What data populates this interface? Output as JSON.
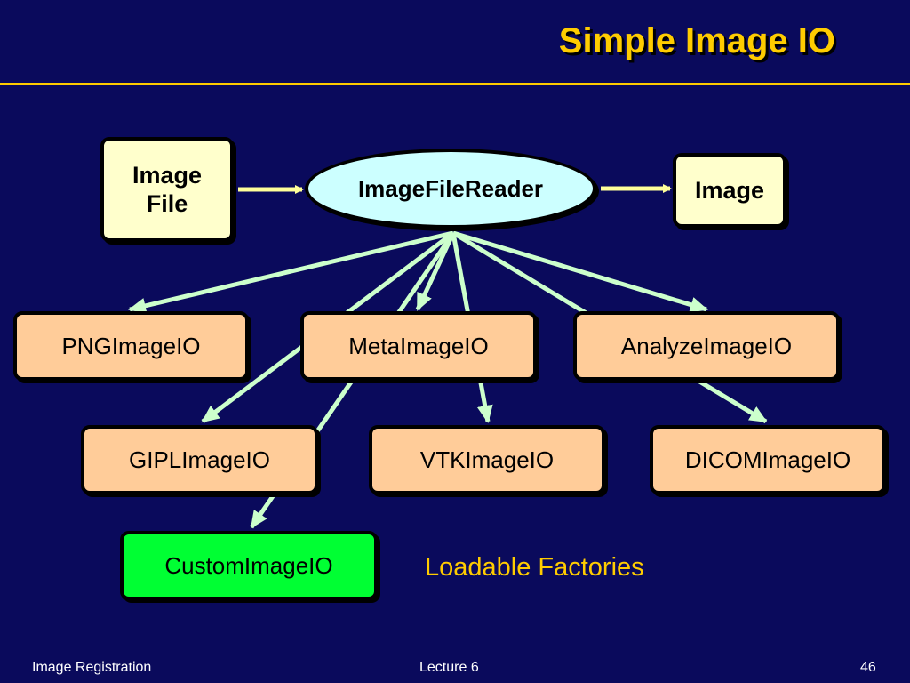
{
  "slide": {
    "title": "Simple Image IO",
    "footer_left": "Image Registration",
    "footer_center": "Lecture 6",
    "page_number": "46"
  },
  "diagram": {
    "source_box_line1": "Image",
    "source_box_line2": "File",
    "reader_label": "ImageFileReader",
    "output_label": "Image",
    "factories": {
      "png": "PNGImageIO",
      "meta": "MetaImageIO",
      "analyze": "AnalyzeImageIO",
      "gipl": "GIPLImageIO",
      "vtk": "VTKImageIO",
      "dicom": "DICOMImageIO",
      "custom": "CustomImageIO"
    },
    "caption": "Loadable Factories"
  },
  "colors": {
    "background": "#0a0a5c",
    "title": "#ffcc00",
    "flow_arrow": "#ffff99",
    "factory_arrow": "#ccffcc",
    "input_box": "#ffffcc",
    "reader_fill": "#ccffff",
    "factory_box": "#ffcc99",
    "custom_box": "#00ff33"
  }
}
